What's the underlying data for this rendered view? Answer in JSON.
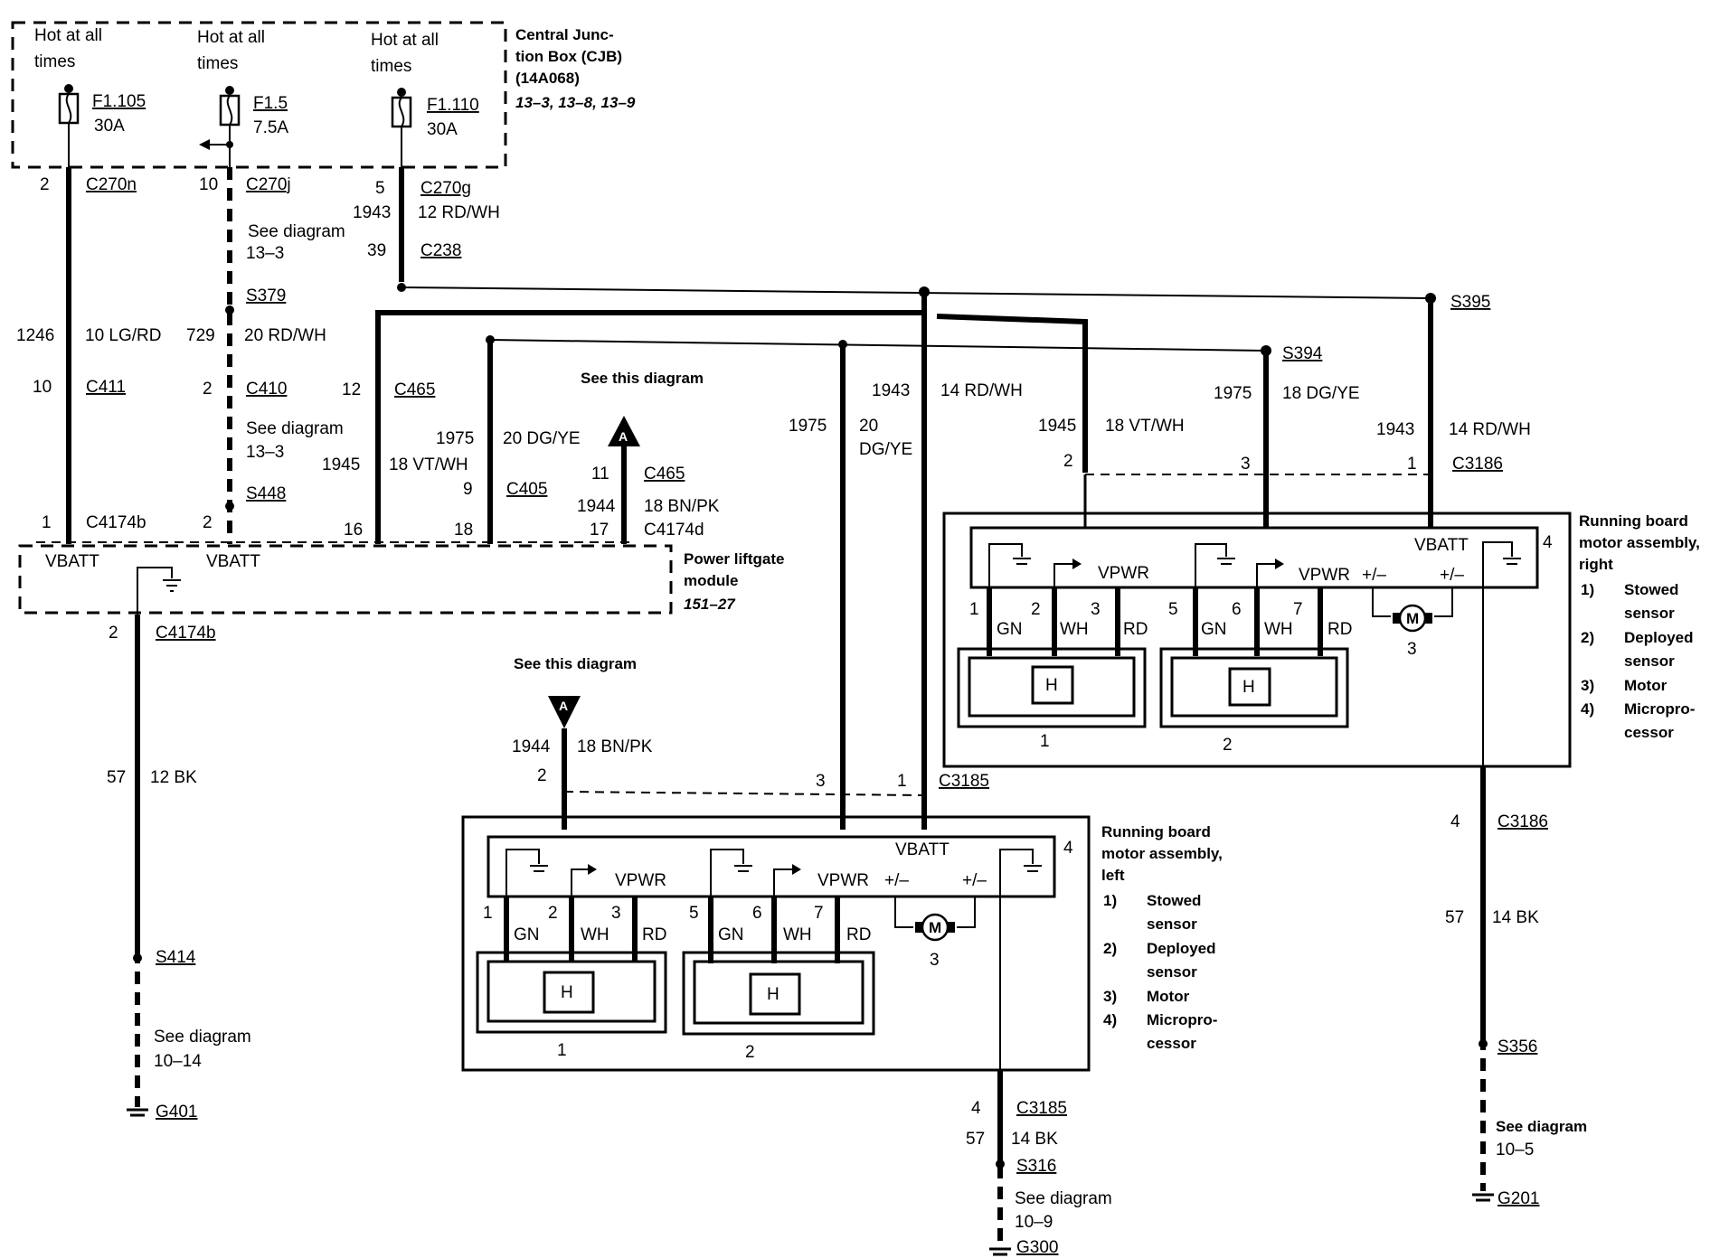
{
  "cjb": {
    "title_lines": [
      "Central Junc-",
      "tion Box (CJB)",
      "(14A068)"
    ],
    "refs": "13–3, 13–8, 13–9",
    "hot_label": [
      "Hot at all",
      "times"
    ],
    "fuses": [
      {
        "id": "F1.105",
        "rating": "30A"
      },
      {
        "id": "F1.5",
        "rating": "7.5A"
      },
      {
        "id": "F1.110",
        "rating": "30A"
      }
    ]
  },
  "labels": {
    "see_diagram": "See diagram",
    "see_this_diagram": "See this diagram",
    "vbatt": "VBATT",
    "vpwr": "VPWR",
    "pm": "+/–",
    "h": "H",
    "m": "M",
    "gn": "GN",
    "wh": "WH",
    "rd": "RD",
    "a": "A"
  },
  "connectors": {
    "c270n": "C270n",
    "c270j": "C270j",
    "c270g": "C270g",
    "c238": "C238",
    "s379": "S379",
    "c411": "C411",
    "c410": "C410",
    "c465": "C465",
    "s448": "S448",
    "c405": "C405",
    "c4174b": "C4174b",
    "c4174d": "C4174d",
    "s395": "S395",
    "s394": "S394",
    "c3186": "C3186",
    "c3185": "C3185",
    "s414": "S414",
    "g401": "G401",
    "s356": "S356",
    "g201": "G201",
    "s316": "S316",
    "g300": "G300"
  },
  "wires": {
    "w1246": "1246",
    "w1246_spec": "10 LG/RD",
    "w729": "729",
    "w729_spec": "20 RD/WH",
    "w1943": "1943",
    "w1943_spec12": "12 RD/WH",
    "w1943_spec14": "14 RD/WH",
    "w1945": "1945",
    "w1945_spec": "18 VT/WH",
    "w1975": "1975",
    "w1975_spec": "20 DG/YE",
    "w1975_spec_a": "20",
    "w1975_spec_b": "DG/YE",
    "w1975_spec18": "18 DG/YE",
    "w1944": "1944",
    "w1944_spec": "18 BN/PK",
    "w57": "57",
    "w57_spec12": "12 BK",
    "w57_spec14": "14 BK"
  },
  "pins": {
    "p1": "1",
    "p2": "2",
    "p3": "3",
    "p4": "4",
    "p5": "5",
    "p6": "6",
    "p7": "7",
    "p9": "9",
    "p10": "10",
    "p11": "11",
    "p12": "12",
    "p16": "16",
    "p17": "17",
    "p18": "18",
    "p39": "39"
  },
  "refs": {
    "r13_3": "13–3",
    "r10_14": "10–14",
    "r10_5": "10–5",
    "r10_9": "10–9",
    "r151_27": "151–27"
  },
  "plm": {
    "title_lines": [
      "Power liftgate",
      "module"
    ]
  },
  "rbm_right": {
    "title_lines": [
      "Running board",
      "motor assembly,",
      "right"
    ],
    "legend": [
      {
        "num": "1)",
        "lines": [
          "Stowed",
          "sensor"
        ]
      },
      {
        "num": "2)",
        "lines": [
          "Deployed",
          "sensor"
        ]
      },
      {
        "num": "3)",
        "lines": [
          "Motor"
        ]
      },
      {
        "num": "4)",
        "lines": [
          "Micropro-",
          "cessor"
        ]
      }
    ]
  },
  "rbm_left": {
    "title_lines": [
      "Running board",
      "motor assembly,",
      "left"
    ],
    "legend": [
      {
        "num": "1)",
        "lines": [
          "Stowed",
          "sensor"
        ]
      },
      {
        "num": "2)",
        "lines": [
          "Deployed",
          "sensor"
        ]
      },
      {
        "num": "3)",
        "lines": [
          "Motor"
        ]
      },
      {
        "num": "4)",
        "lines": [
          "Micropro-",
          "cessor"
        ]
      }
    ]
  }
}
